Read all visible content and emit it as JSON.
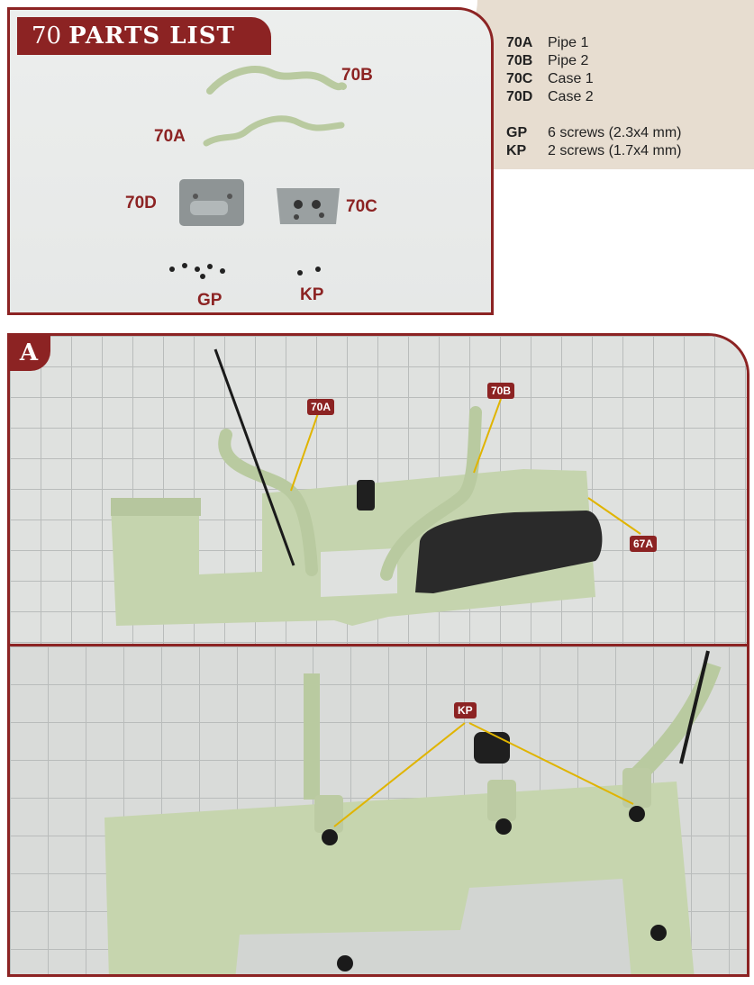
{
  "parts_list": {
    "number": "70",
    "title": "PARTS LIST",
    "labels": {
      "a": "70A",
      "b": "70B",
      "c": "70C",
      "d": "70D",
      "gp": "GP",
      "kp": "KP"
    }
  },
  "legend": [
    {
      "code": "70A",
      "desc": "Pipe 1"
    },
    {
      "code": "70B",
      "desc": "Pipe 2"
    },
    {
      "code": "70C",
      "desc": "Case 1"
    },
    {
      "code": "70D",
      "desc": "Case 2"
    },
    {
      "code": "GP",
      "desc": "6 screws (2.3x4 mm)"
    },
    {
      "code": "KP",
      "desc": "2 screws (1.7x4 mm)"
    }
  ],
  "step": {
    "letter": "A",
    "photo1_labels": {
      "a": "70A",
      "b": "70B",
      "c": "67A"
    },
    "photo2_labels": {
      "kp": "KP"
    }
  },
  "colors": {
    "accent": "#8c2323",
    "part_green": "#bfd0a6",
    "callout_line": "#e0b400"
  }
}
